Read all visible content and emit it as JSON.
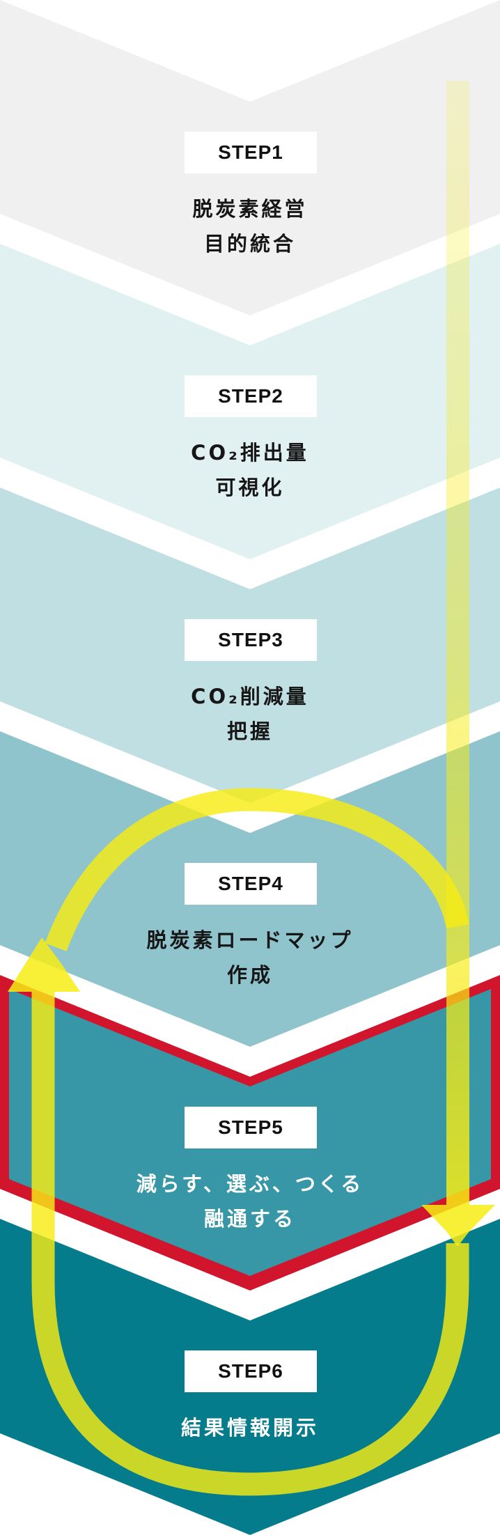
{
  "colors": {
    "band1": "#f0f0f0",
    "band2": "#e1f0f1",
    "band3": "#c0dfe2",
    "band4": "#8fc4cc",
    "band5": "#3797a6",
    "band6": "#057c8c",
    "highlight": "#d0152d",
    "arrow": "#f5ea14"
  },
  "steps": [
    {
      "badge": "STEP1",
      "lines": [
        "脱炭素経営",
        "目的統合"
      ]
    },
    {
      "badge": "STEP2",
      "lines": [
        "CO₂排出量",
        "可視化"
      ]
    },
    {
      "badge": "STEP3",
      "lines": [
        "CO₂削減量",
        "把握"
      ]
    },
    {
      "badge": "STEP4",
      "lines": [
        "脱炭素ロードマップ",
        "作成"
      ]
    },
    {
      "badge": "STEP5",
      "lines": [
        "減らす、選ぶ、つくる",
        "融通する"
      ]
    },
    {
      "badge": "STEP6",
      "lines": [
        "結果情報開示"
      ]
    }
  ]
}
